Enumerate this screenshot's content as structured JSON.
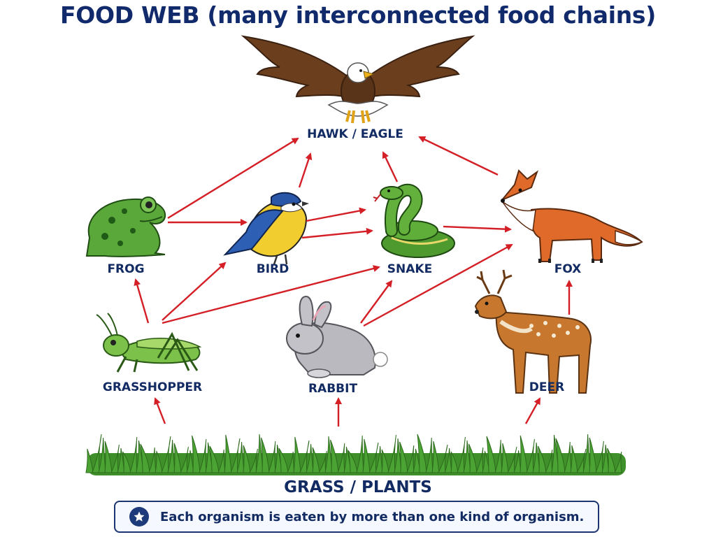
{
  "title": "FOOD WEB (many interconnected food chains)",
  "organisms": {
    "hawk": "HAWK / EAGLE",
    "frog": "FROG",
    "bird": "BIRD",
    "snake": "SNAKE",
    "fox": "FOX",
    "grasshopper": "GRASSHOPPER",
    "rabbit": "RABBIT",
    "deer": "DEER",
    "plants": "GRASS / PLANTS"
  },
  "note": "Each organism is eaten by more than one kind of organism.",
  "colors": {
    "arrow": "#d41f26",
    "text": "#132b63",
    "title": "#102a6b"
  },
  "icons": [
    "eagle-icon",
    "frog-icon",
    "bird-icon",
    "snake-icon",
    "fox-icon",
    "grasshopper-icon",
    "rabbit-icon",
    "deer-icon",
    "grass-icon",
    "star-icon"
  ]
}
